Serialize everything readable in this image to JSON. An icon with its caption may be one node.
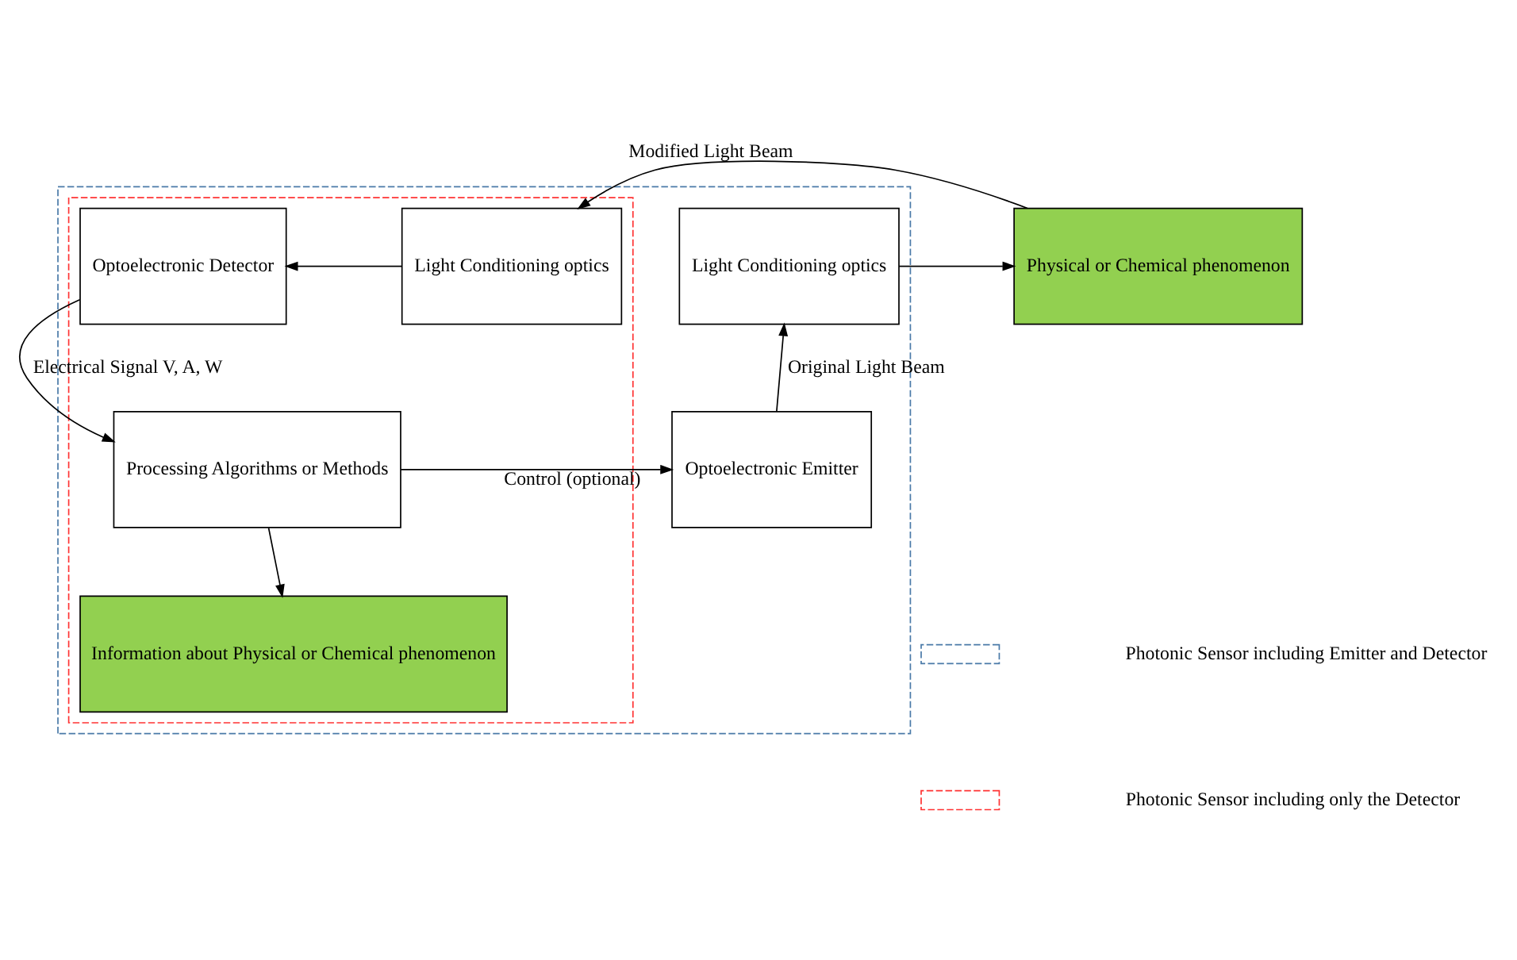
{
  "diagram": {
    "nodes": [
      {
        "text": [],
        "shape": "box"
      },
      {
        "text": [
          "Light Conditioning optics"
        ],
        "in": 0
      },
      {
        "text": [
          "Physical or Chemical phenomenon"
        ]
      },
      {
        "text": [],
        "shape": "box",
        "in": 0
      },
      {
        "text": [
          "Light Conditioning optics"
        ],
        "in": 3
      },
      {
        "text": [
          "Optoelectronic Detector"
        ],
        "in": 3
      },
      {
        "text": [
          "Optoelectronic Emitter"
        ],
        "in": 0
      },
      {
        "text": [
          "Processing Algorithms or Methods"
        ],
        "in": 3
      },
      {
        "text": [
          "Information about Physical or Chemical phenomenon"
        ],
        "in": 3
      }
    ],
    "edges": [
      {
        "from": 1,
        "to": 2,
        "arrow": "to"
      },
      {
        "from": 2,
        "to": 4,
        "arrow": "to",
        "label": "Modified Light Beam"
      },
      {
        "from": 4,
        "to": 5,
        "arrow": "to"
      },
      {
        "from": 5,
        "to": 7,
        "arrow": "to",
        "label": "Electrical Signal V, A, W"
      },
      {
        "from": 7,
        "to": 6,
        "arrow": "to",
        "label": "Control (optional)"
      },
      {
        "from": 6,
        "to": 1,
        "arrow": "to",
        "label": "Original Light Beam"
      },
      {
        "from": 7,
        "to": 8,
        "arrow": "to"
      }
    ],
    "legend": [
      {
        "text": "Photonic Sensor including Emitter and Detector"
      },
      {
        "text": "Photonic Sensor including only the Detector"
      }
    ]
  }
}
